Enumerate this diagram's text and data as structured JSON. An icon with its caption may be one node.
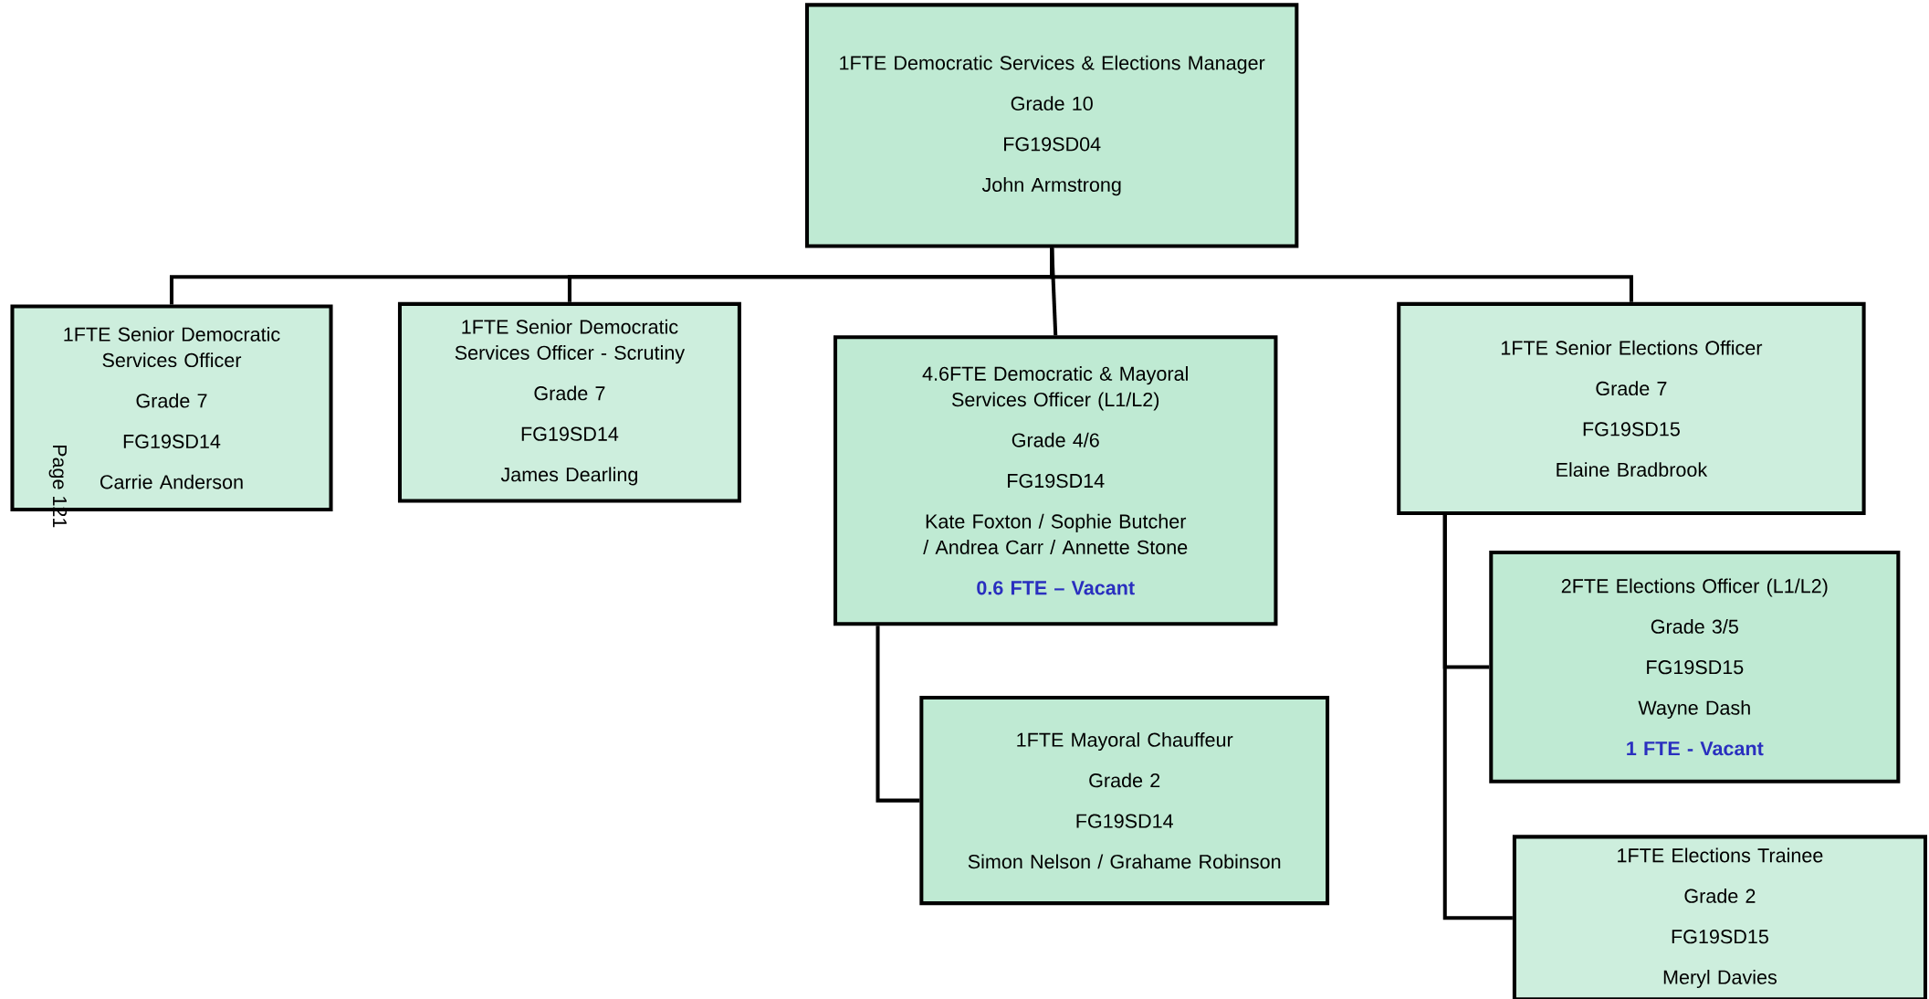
{
  "diagram": {
    "nodes": [
      {
        "text": [
          "1FTE Democratic Services & Elections Manager",
          "Grade 10",
          "FG19SD04",
          "John Armstrong"
        ]
      },
      {
        "text": [
          "1FTE Senior Democratic Services Officer",
          "Grade 7",
          "FG19SD14",
          "Carrie Anderson"
        ]
      },
      {
        "text": [
          "1FTE Senior Democratic Services Officer - Scrutiny",
          "Grade 7",
          "FG19SD14",
          "James Dearling"
        ]
      },
      {
        "text": [
          "4.6FTE Democratic & Mayoral Services Officer (L1/L2)",
          "Grade 4/6",
          "FG19SD14",
          "Kate Foxton / Sophie Butcher / Andrea Carr / Annette Stone",
          "0.6 FTE – Vacant"
        ]
      },
      {
        "text": [
          "1FTE Senior Elections Officer",
          "Grade 7",
          "FG19SD15",
          "Elaine Bradbrook"
        ]
      },
      {
        "text": [
          "2FTE Elections Officer (L1/L2)",
          "Grade 3/5",
          "FG19SD15",
          "Wayne Dash",
          "1 FTE - Vacant"
        ]
      },
      {
        "text": [
          "1FTE Mayoral Chauffeur",
          "Grade 2",
          "FG19SD14",
          "Simon Nelson / Grahame Robinson"
        ]
      },
      {
        "text": [
          "1FTE Elections Trainee",
          "Grade 2",
          "FG19SD15",
          "Meryl Davies"
        ]
      }
    ],
    "edges": [
      {
        "from": 0,
        "to": 1,
        "arrow": "none"
      },
      {
        "from": 0,
        "to": 2,
        "arrow": "none"
      },
      {
        "from": 0,
        "to": 3,
        "arrow": "none"
      },
      {
        "from": 0,
        "to": 4,
        "arrow": "none"
      },
      {
        "from": 3,
        "to": 6,
        "arrow": "none"
      },
      {
        "from": 4,
        "to": 5,
        "arrow": "none"
      },
      {
        "from": 4,
        "to": 7,
        "arrow": "none"
      }
    ],
    "labels": [
      "Page 121"
    ]
  }
}
